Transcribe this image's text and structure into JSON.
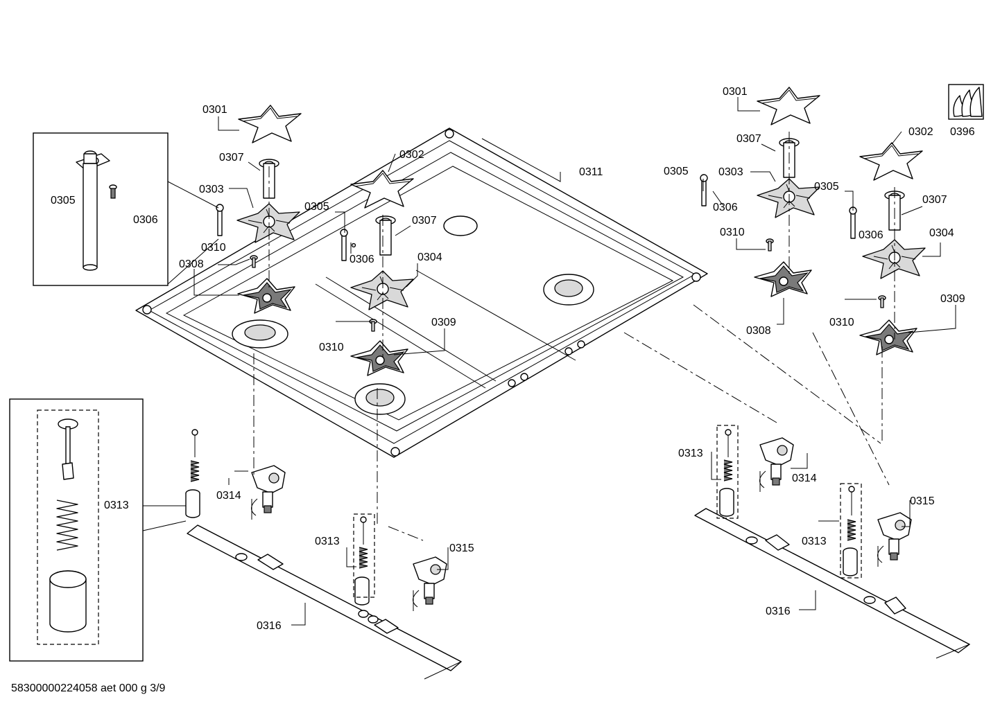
{
  "diagram": {
    "footer_code": "58300000224058 aet 000 g 3/9",
    "labels": {
      "p0301": "0301",
      "p0302": "0302",
      "p0303": "0303",
      "p0304": "0304",
      "p0305": "0305",
      "p0306": "0306",
      "p0307": "0307",
      "p0308": "0308",
      "p0309": "0309",
      "p0310": "0310",
      "p0311": "0311",
      "p0313": "0313",
      "p0314": "0314",
      "p0315": "0315",
      "p0316": "0316",
      "p0396": "0396"
    },
    "icons": [
      "gas-flame-symbol-icon"
    ]
  }
}
